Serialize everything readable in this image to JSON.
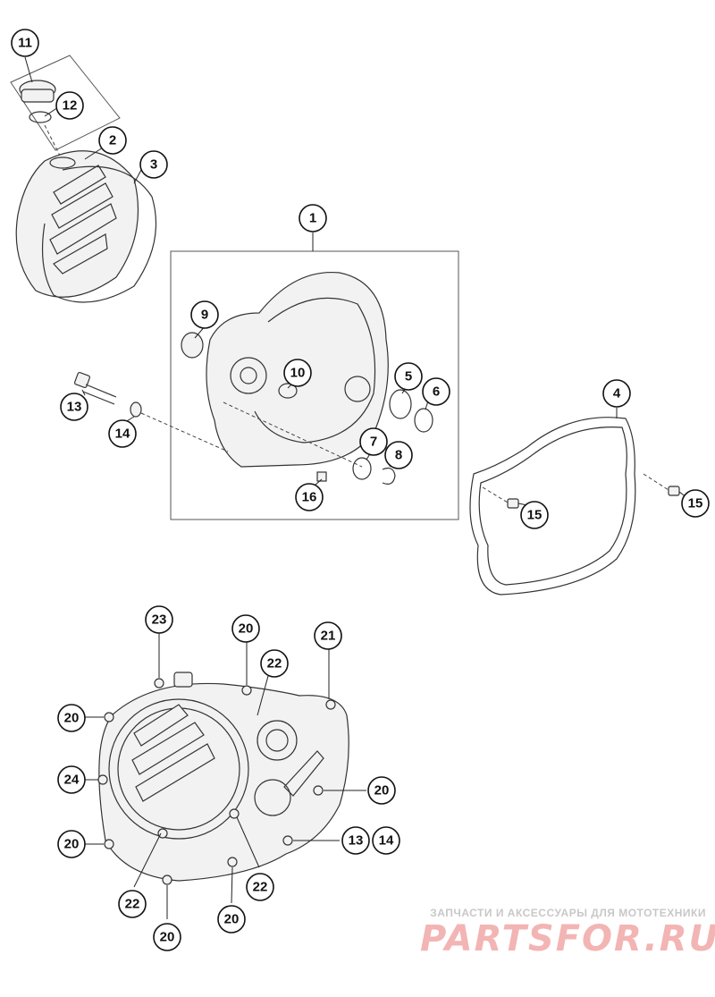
{
  "callouts": {
    "c1": "1",
    "c2": "2",
    "c3": "3",
    "c4": "4",
    "c5": "5",
    "c6": "6",
    "c7": "7",
    "c8": "8",
    "c9": "9",
    "c10": "10",
    "c11": "11",
    "c12": "12",
    "c13a": "13",
    "c14a": "14",
    "c15a": "15",
    "c15b": "15",
    "c16": "16",
    "c20a": "20",
    "c20b": "20",
    "c20c": "20",
    "c20d": "20",
    "c20e": "20",
    "c20f": "20",
    "c21": "21",
    "c22a": "22",
    "c22b": "22",
    "c22c": "22",
    "c23": "23",
    "c24": "24",
    "c13b": "13",
    "c14b": "14"
  },
  "watermark": {
    "tagline": "ЗАПЧАСТИ И АКСЕССУАРЫ ДЛЯ МОТОТЕХНИКИ",
    "logo": "PARTSFOR.RU"
  }
}
